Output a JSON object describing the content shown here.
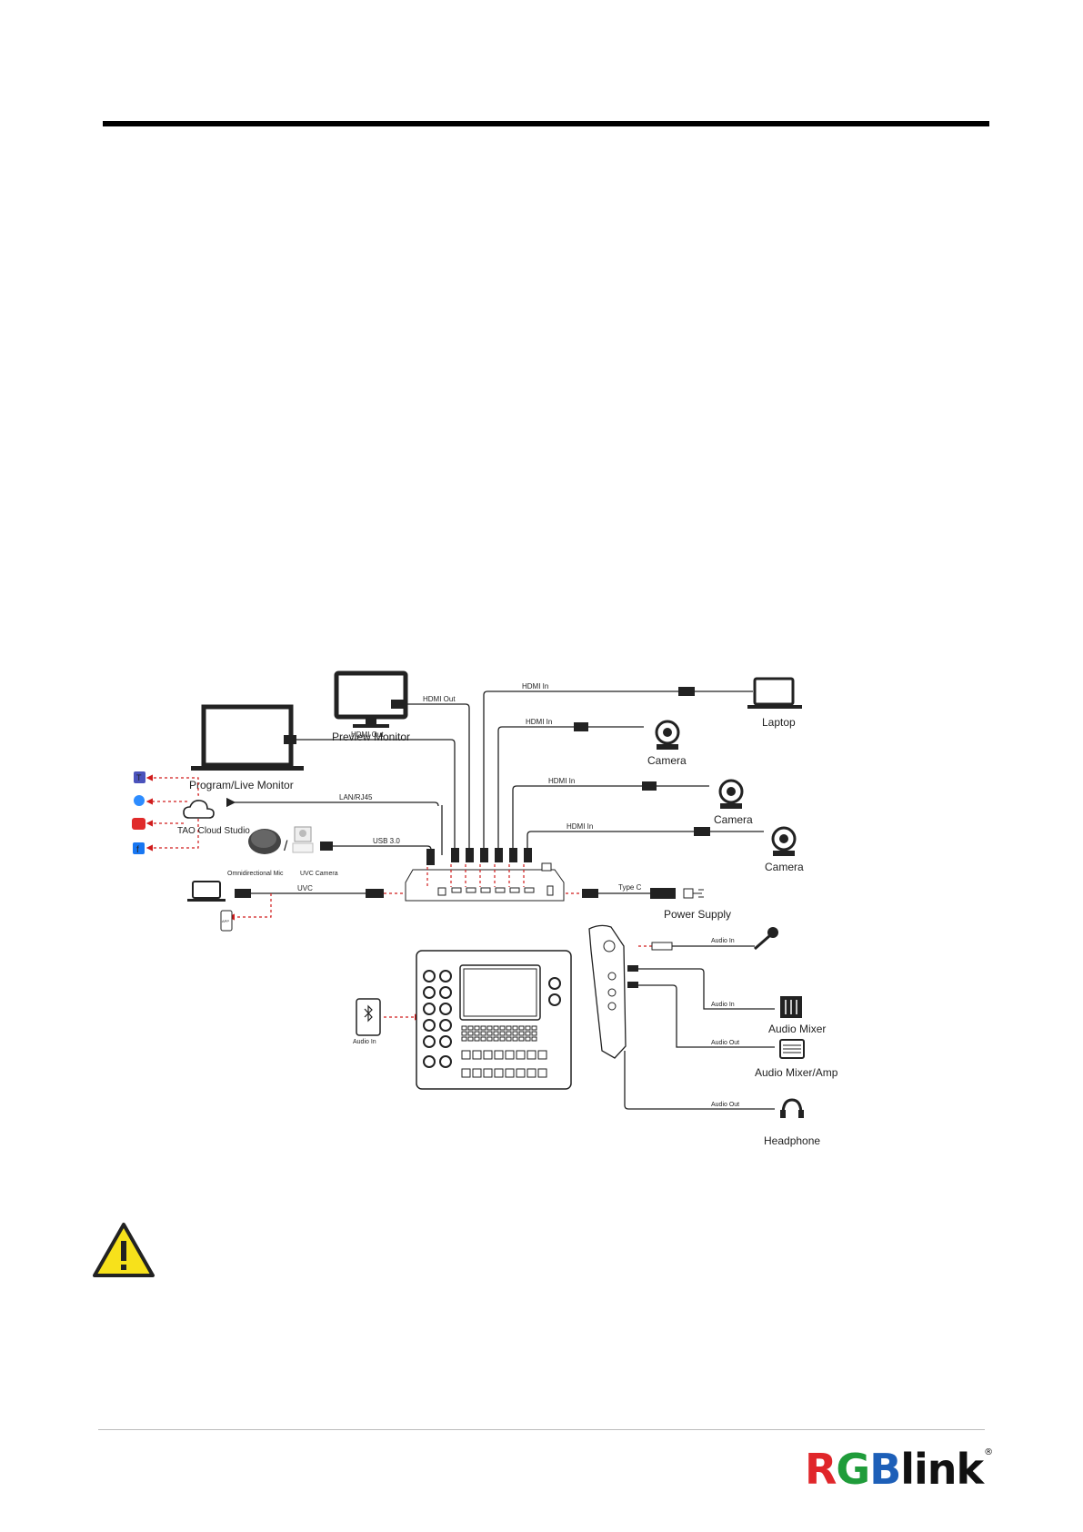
{
  "labels": {
    "preview_monitor": "Preview Monitor",
    "program_monitor": "Program/Live Monitor",
    "laptop": "Laptop",
    "camera_1": "Camera",
    "camera_2": "Camera",
    "camera_3": "Camera",
    "tao_cloud": "TAO Cloud Studio",
    "omni_mic": "Omnidirectional Mic",
    "uvc_camera": "UVC Camera",
    "power_supply": "Power Supply",
    "audio_mixer": "Audio Mixer",
    "audio_mixer_amp": "Audio Mixer/Amp",
    "headphone": "Headphone",
    "bt_audio_in": "Audio In"
  },
  "cables": {
    "hdmi_out_preview": "HDMI Out",
    "hdmi_out_program": "HDMI Out",
    "hdmi_in_laptop": "HDMI In",
    "hdmi_in_camera1": "HDMI In",
    "hdmi_in_camera2": "HDMI In",
    "hdmi_in_camera3": "HDMI In",
    "lan": "LAN/RJ45",
    "usb": "USB 3.0",
    "uvc": "UVC",
    "type_c": "Type C",
    "audio_in_mic": "Audio In",
    "audio_in_mixer": "Audio In",
    "audio_out_amp": "Audio Out",
    "audio_out_headphone": "Audio Out"
  },
  "app_label": "APP",
  "logo": {
    "r": "R",
    "g": "G",
    "b": "B",
    "rest": "link",
    "reg": "®"
  },
  "colors": {
    "line": "#222222",
    "dashed_red": "#d01c1c",
    "warning_fill": "#f7e11b",
    "logo_red": "#e0262a",
    "logo_green": "#1f9c3a",
    "logo_blue": "#1d5fb8"
  }
}
